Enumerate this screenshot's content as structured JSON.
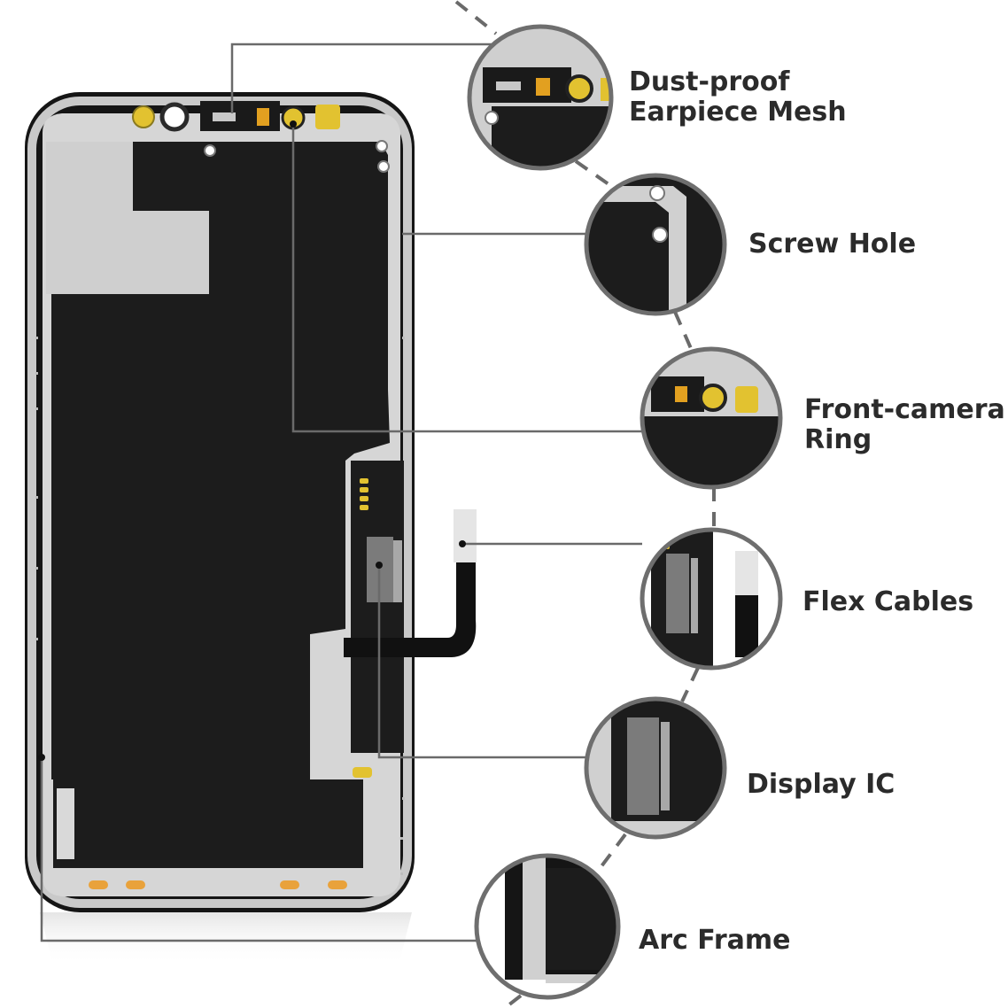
{
  "colors": {
    "background": "#ffffff",
    "screen_black": "#1a1a1a",
    "frame_silver": "#d9d9d9",
    "plate_silver": "#cfcfcf",
    "gold_pad": "#e2c230",
    "orange_pad": "#e9a23b",
    "leader_line": "#6a6a6a",
    "dashed_line": "#6a6a6a",
    "label_text": "#2b2b2b"
  },
  "icons": {
    "phone_screen": "phone-lcd-assembly-illustration",
    "zoom_circles": "magnifier-circle"
  },
  "labels": {
    "earpiece": {
      "line1": "Dust-proof",
      "line2": "Earpiece Mesh"
    },
    "screw_hole": {
      "line1": "Screw Hole"
    },
    "front_camera": {
      "line1": "Front-camera",
      "line2": "Ring"
    },
    "flex_cables": {
      "line1": "Flex Cables"
    },
    "display_ic": {
      "line1": "Display IC"
    },
    "arc_frame": {
      "line1": "Arc Frame"
    }
  }
}
